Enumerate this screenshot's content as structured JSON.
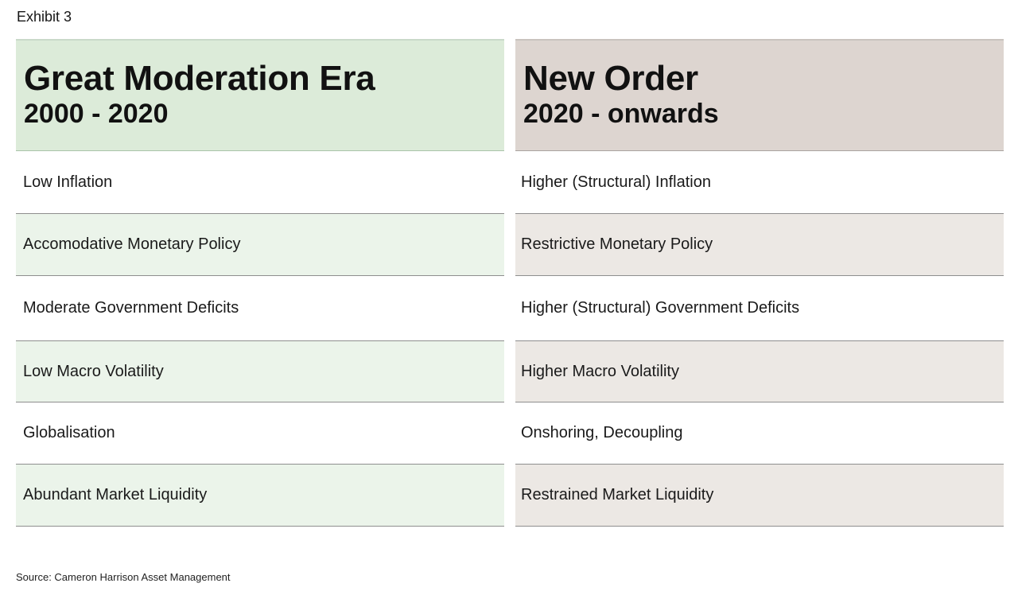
{
  "exhibit": "Exhibit 3",
  "left": {
    "title": "Great Moderation Era",
    "subtitle": "2000 - 2020",
    "rows": [
      "Low Inflation",
      "Accomodative Monetary Policy",
      "Moderate Government Deficits",
      "Low Macro Volatility",
      "Globalisation",
      "Abundant Market Liquidity"
    ]
  },
  "right": {
    "title": "New Order",
    "subtitle": "2020 - onwards",
    "rows": [
      "Higher (Structural) Inflation",
      "Restrictive Monetary Policy",
      "Higher (Structural) Government Deficits",
      "Higher Macro Volatility",
      "Onshoring, Decoupling",
      "Restrained Market Liquidity"
    ]
  },
  "source": "Source:  Cameron Harrison Asset Management",
  "colors": {
    "left_header_bg": "#dcebd9",
    "left_row_shade": "#ebf4ea",
    "right_header_bg": "#ddd5d0",
    "right_row_shade": "#ece8e4"
  }
}
